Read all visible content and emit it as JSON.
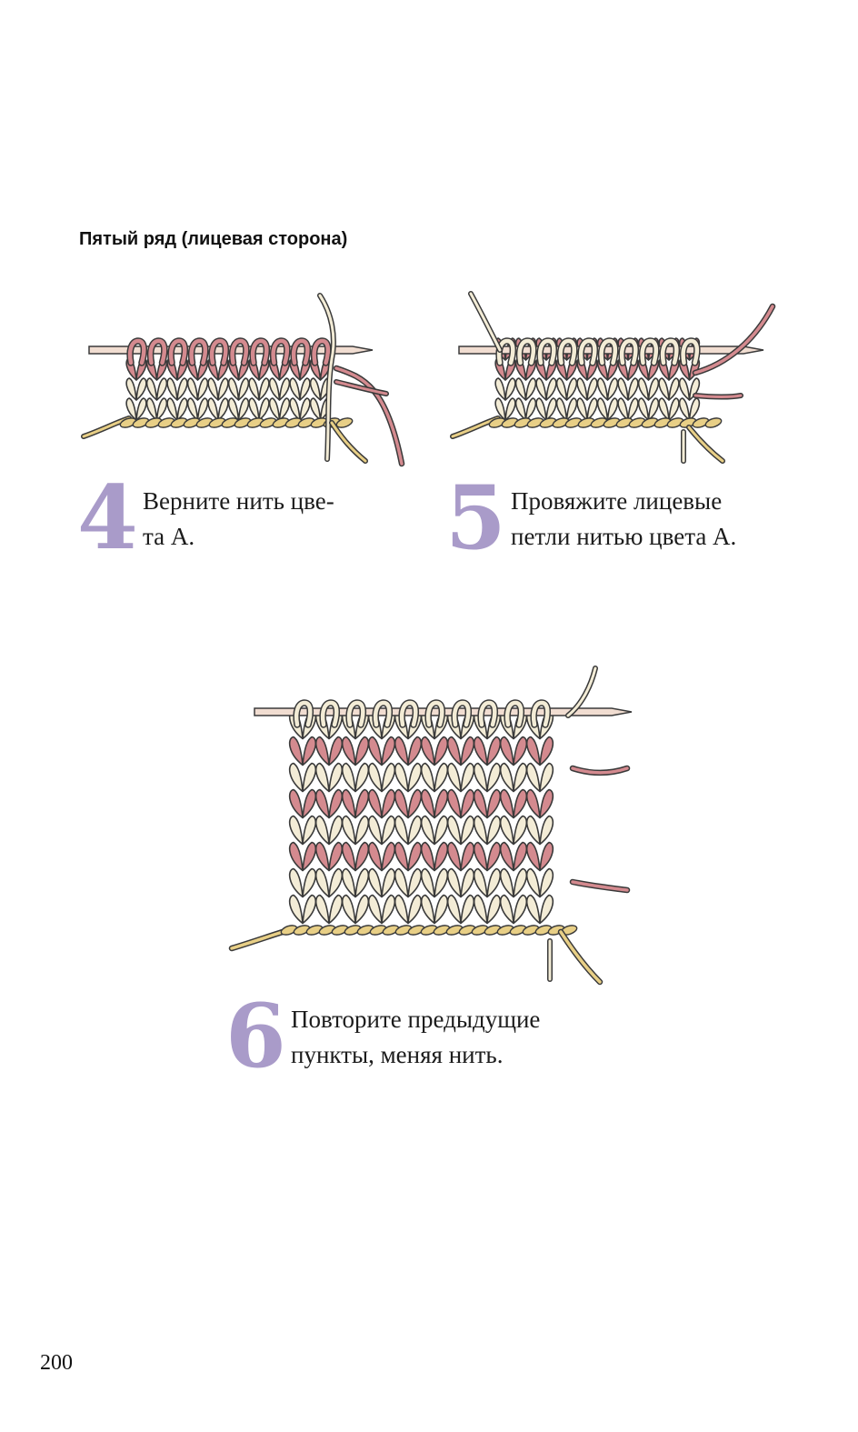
{
  "section_heading": "Пятый ряд (лицевая сторона)",
  "colors": {
    "cream_yarn": "#f3ecd6",
    "pink_yarn": "#d48a8f",
    "cast_on_yarn": "#e8cf86",
    "needle": "#f1ddd1",
    "step_number": "#a99bc9",
    "outline": "#3a3a3a"
  },
  "steps": [
    {
      "number": "4",
      "text_line1": "Верните нить цве-",
      "text_line2": "та А.",
      "illustration": "knitting-row-return-color-a"
    },
    {
      "number": "5",
      "text_line1": "Провяжите лицевые",
      "text_line2": "петли нитью цвета А.",
      "illustration": "knitting-row-knit-color-a"
    },
    {
      "number": "6",
      "text_line1": "Повторите предыдущие",
      "text_line2": "пункты, меняя нить.",
      "illustration": "knitting-swatch-striped"
    }
  ],
  "page_number": "200"
}
